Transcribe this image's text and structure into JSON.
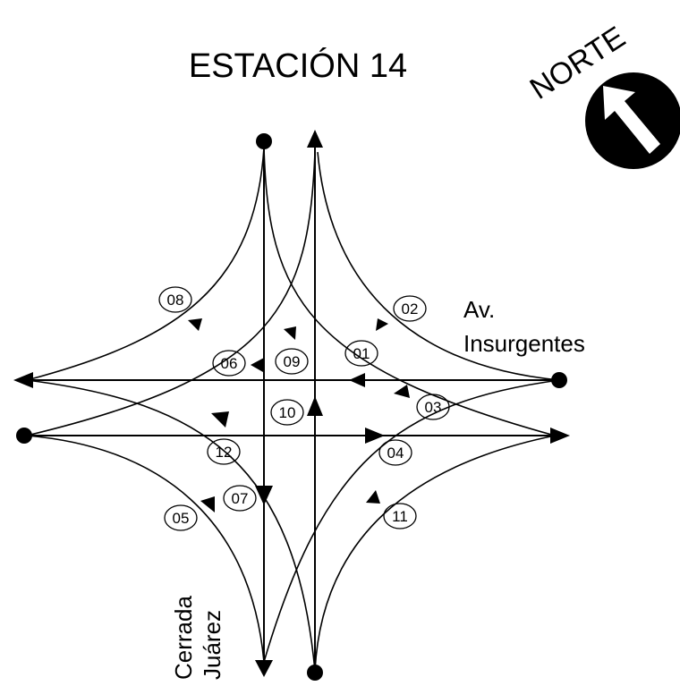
{
  "title": "ESTACIÓN 14",
  "compass": {
    "label": "NORTE",
    "icon": "north-arrow-icon"
  },
  "streets": {
    "east_west": {
      "line1": "Av.",
      "line2": "Insurgentes"
    },
    "north_south": {
      "line1": "Cerrada",
      "line2": "Juárez"
    }
  },
  "movements": [
    "01",
    "02",
    "03",
    "04",
    "05",
    "06",
    "07",
    "08",
    "09",
    "10",
    "11",
    "12"
  ],
  "colors": {
    "road_line": "#000000",
    "movement_line": "#000000",
    "background": "#ffffff"
  }
}
